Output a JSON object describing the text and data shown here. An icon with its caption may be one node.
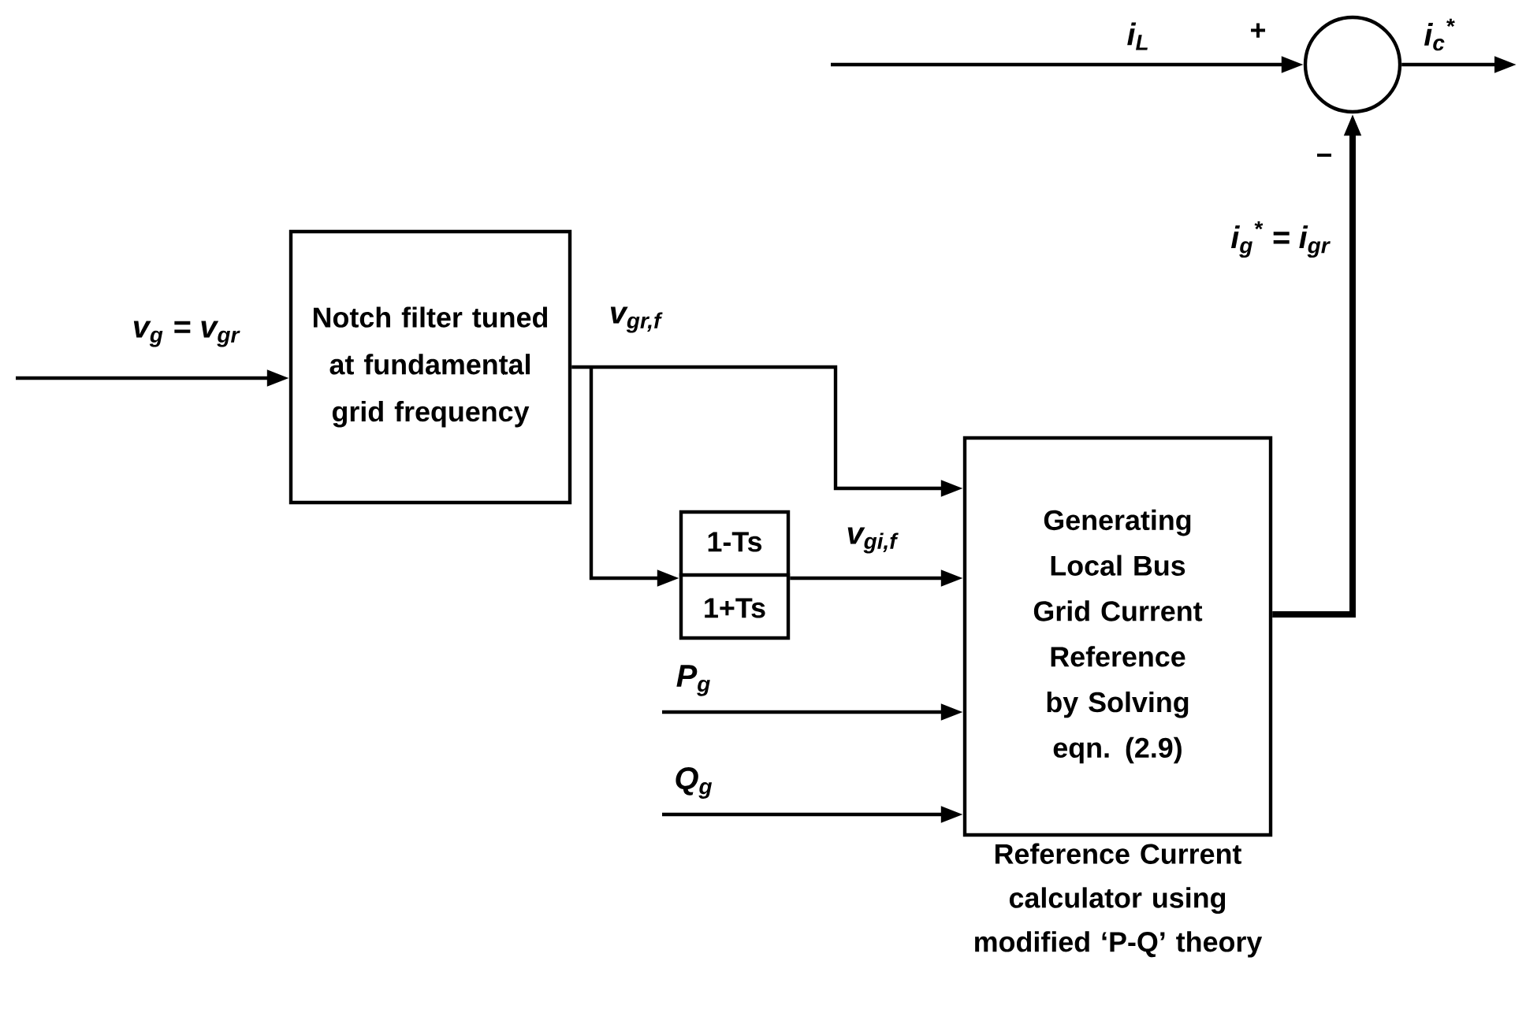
{
  "diagram": {
    "nodes": [
      {
        "text": [
          "Notch filter tuned at fundamental grid frequency"
        ]
      },
      {
        "text": [
          "1-Ts",
          "1+Ts"
        ]
      },
      {
        "text": [
          "Generating Local Bus Grid Current Reference by Solving eqn. (2.9)",
          "Reference Current calculator using modified ‘P-Q’ theory"
        ]
      },
      {
        "text": [],
        "shape": "circle"
      }
    ],
    "edges": [
      {
        "from": null,
        "to": 0,
        "arrow": "to",
        "label": "v$_{g}$ = v$_{gr}$"
      },
      {
        "from": 0,
        "to": 2,
        "arrow": "to",
        "label": "v$_{gr,f}$"
      },
      {
        "from": 0,
        "to": 1,
        "arrow": "to"
      },
      {
        "from": 1,
        "to": 2,
        "arrow": "to",
        "label": "v$_{gi,f}$"
      },
      {
        "from": null,
        "to": 2,
        "arrow": "to",
        "label": "P$_{g}$"
      },
      {
        "from": null,
        "to": 2,
        "arrow": "to",
        "label": "Q$_{g}$"
      },
      {
        "from": 2,
        "to": 3,
        "arrow": "to",
        "style": "thick",
        "label": "i$_{g}$$^{*}$ = i$_{gr}$"
      },
      {
        "from": null,
        "to": 3,
        "arrow": "to",
        "label": "i$_{L}$"
      },
      {
        "from": 3,
        "to": null,
        "arrow": "to",
        "label": "i$_{c}$$^{*}$"
      }
    ],
    "labels": [
      "+",
      "−"
    ]
  }
}
